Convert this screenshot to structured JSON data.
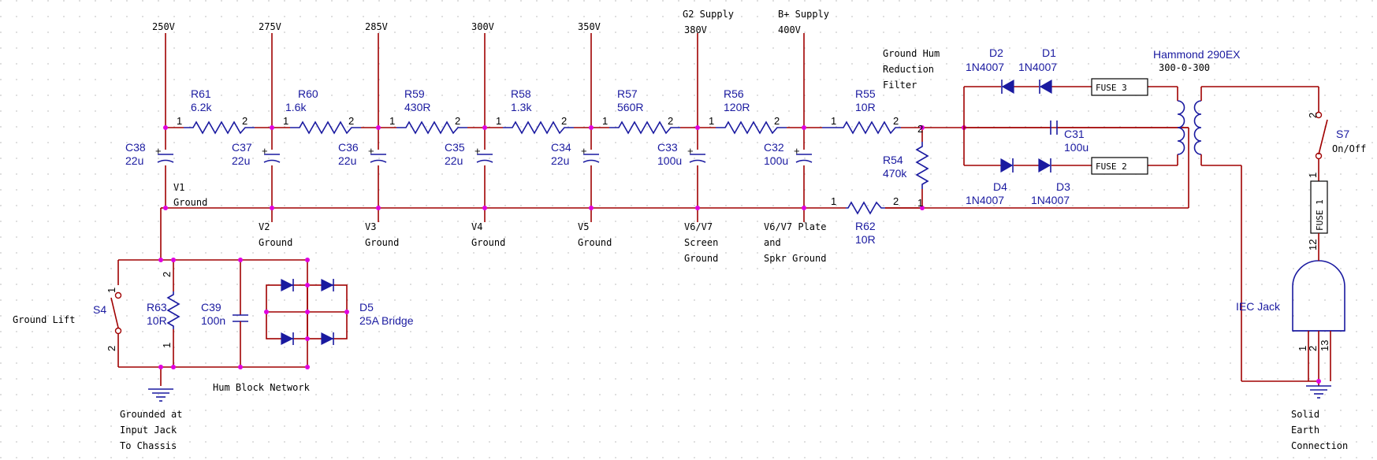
{
  "resistors_h": [
    {
      "ref": "R61",
      "value": "6.2k"
    },
    {
      "ref": "R60",
      "value": "1.6k"
    },
    {
      "ref": "R59",
      "value": "430R"
    },
    {
      "ref": "R58",
      "value": "1.3k"
    },
    {
      "ref": "R57",
      "value": "560R"
    },
    {
      "ref": "R56",
      "value": "120R"
    },
    {
      "ref": "R55",
      "value": "10R"
    }
  ],
  "caps": [
    {
      "ref": "C38",
      "value": "22u"
    },
    {
      "ref": "C37",
      "value": "22u"
    },
    {
      "ref": "C36",
      "value": "22u"
    },
    {
      "ref": "C35",
      "value": "22u"
    },
    {
      "ref": "C34",
      "value": "22u"
    },
    {
      "ref": "C33",
      "value": "100u"
    },
    {
      "ref": "C32",
      "value": "100u"
    }
  ],
  "voltages": [
    "250V",
    "275V",
    "285V",
    "300V",
    "350V",
    "380V",
    "400V"
  ],
  "supply_labels": {
    "g2": "G2 Supply",
    "bplus": "B+ Supply"
  },
  "grounds": [
    {
      "l1": "V1",
      "l2": "Ground",
      "l3": ""
    },
    {
      "l1": "V2",
      "l2": "Ground",
      "l3": ""
    },
    {
      "l1": "V3",
      "l2": "Ground",
      "l3": ""
    },
    {
      "l1": "V4",
      "l2": "Ground",
      "l3": ""
    },
    {
      "l1": "V5",
      "l2": "Ground",
      "l3": ""
    },
    {
      "l1": "V6/V7",
      "l2": "Screen",
      "l3": "Ground"
    },
    {
      "l1": "V6/V7 Plate",
      "l2": "and",
      "l3": "Spkr Ground"
    }
  ],
  "pins": {
    "one": "1",
    "two": "2",
    "twelve": "12",
    "thirteen": "13"
  },
  "r54": {
    "ref": "R54",
    "value": "470k"
  },
  "r62": {
    "ref": "R62",
    "value": "10R"
  },
  "r63": {
    "ref": "R63",
    "value": "10R"
  },
  "c39": {
    "ref": "C39",
    "value": "100n"
  },
  "c31": {
    "ref": "C31",
    "value": "100u"
  },
  "d5": {
    "ref": "D5",
    "value": "25A Bridge"
  },
  "s4": {
    "ref": "S4",
    "label": "Ground Lift"
  },
  "s7": {
    "ref": "S7",
    "label": "On/Off"
  },
  "diodes": [
    {
      "ref": "D2",
      "value": "1N4007"
    },
    {
      "ref": "D1",
      "value": "1N4007"
    },
    {
      "ref": "D4",
      "value": "1N4007"
    },
    {
      "ref": "D3",
      "value": "1N4007"
    }
  ],
  "fuses": [
    "FUSE 3",
    "FUSE 2",
    "FUSE 1"
  ],
  "transformer": {
    "name": "Hammond 290EX",
    "rating": "300-0-300"
  },
  "iec": {
    "label": "IEC Jack"
  },
  "notes": {
    "hum_filter": [
      "Ground Hum",
      "Reduction",
      "Filter"
    ],
    "hum_block": "Hum Block Network",
    "grounded": [
      "Grounded at",
      "Input Jack",
      "To Chassis"
    ],
    "solid_earth": [
      "Solid",
      "Earth",
      "Connection"
    ]
  },
  "colors": {
    "wire": "#a00000",
    "component": "#1a1aa0",
    "junction": "#e000e0",
    "grid": "#c8c8c8"
  }
}
